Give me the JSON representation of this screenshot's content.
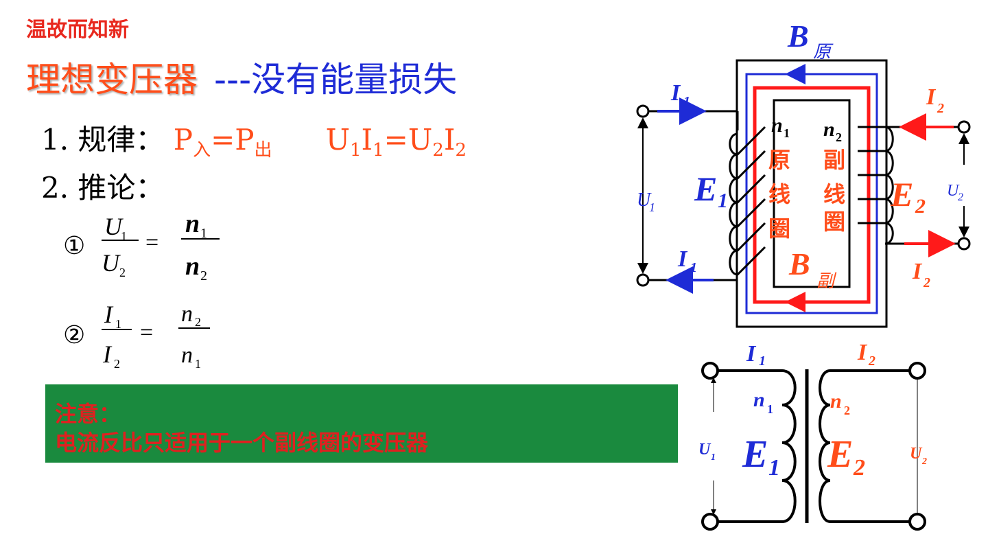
{
  "header": {
    "review_label": "温故而知新",
    "title_main": "理想变压器",
    "title_sub": "---没有能量损失"
  },
  "law": {
    "prefix": "1. 规律：",
    "p_in_base": "P",
    "p_in_sub": "入",
    "eq": "=",
    "p_out_base": "P",
    "p_out_sub": "出",
    "u1": "U",
    "u1_sub": "1",
    "i1": "I",
    "i1_sub": "1",
    "u2": "U",
    "u2_sub": "2",
    "i2": "I",
    "i2_sub": "2"
  },
  "inference": {
    "label": "2. 推论：",
    "f1_marker": "①",
    "f1_num": "U",
    "f1_num_sub": "1",
    "f1_den": "U",
    "f1_den_sub": "2",
    "f1_eq": "=",
    "f1_rnum": "n",
    "f1_rnum_sub": "1",
    "f1_rden": "n",
    "f1_rden_sub": "2",
    "f2_marker": "②",
    "f2_num": "I",
    "f2_num_sub": "1",
    "f2_den": "I",
    "f2_den_sub": "2",
    "f2_eq": "=",
    "f2_rnum": "n",
    "f2_rnum_sub": "2",
    "f2_rden": "n",
    "f2_rden_sub": "1"
  },
  "note": {
    "line1": "注意：",
    "line2": "电流反比只适用于一个副线圈的变压器"
  },
  "core_diagram": {
    "b_primary": "B",
    "b_primary_sub": "原",
    "b_secondary": "B",
    "b_secondary_sub": "副",
    "i1": "I",
    "i1_sub": "1",
    "i2": "I",
    "i2_sub": "2",
    "u1": "U",
    "u1_sub": "1",
    "u2": "U",
    "u2_sub": "2",
    "e1": "E",
    "e1_sub": "1",
    "e2": "E",
    "e2_sub": "2",
    "n1": "n",
    "n1_sub": "1",
    "n2": "n",
    "n2_sub": "2",
    "primary_coil_label": [
      "原",
      "线",
      "圈"
    ],
    "secondary_coil_label": [
      "副",
      "线",
      "圈"
    ]
  },
  "symbol_diagram": {
    "i1": "I",
    "i1_sub": "1",
    "i2": "I",
    "i2_sub": "2",
    "n1": "n",
    "n1_sub": "1",
    "n2": "n",
    "n2_sub": "2",
    "e1": "E",
    "e1_sub": "1",
    "e2": "E",
    "e2_sub": "2",
    "u1": "U",
    "u1_sub": "1",
    "u2": "U",
    "u2_sub": "2"
  },
  "colors": {
    "red": "#ff4d1a",
    "blue": "#1e2bd6",
    "green": "#1a8a3e",
    "note_text": "#e02020"
  }
}
